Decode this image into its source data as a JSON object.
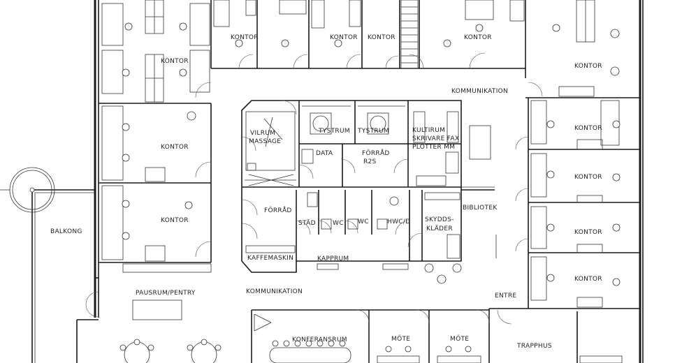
{
  "rooms": {
    "kontor_tl1": "KONTOR",
    "kontor_top1": "KONTOR",
    "kontor_top2": "KONTOR",
    "kontor_top3": "KONTOR",
    "kontor_top4": "KONTOR",
    "kontor_tr": "KONTOR",
    "kommunikation_top": "KOMMUNIKATION",
    "kontor_l2": "KONTOR",
    "kontor_l3": "KONTOR",
    "vilrum1": "VILRUM",
    "vilrum2": "MASSAGE",
    "tystrum1": "TYSTRUM",
    "tystrum2": "TYSTRUM",
    "kultirum1": "KULTIRUM",
    "kultirum2": "SKRIVARE FAX",
    "kultirum3": "PLOTTER MM",
    "data": "DATA",
    "forrad_rzs1": "FÖRRÅD",
    "forrad_rzs2": "R2S",
    "kontor_r1": "KONTOR",
    "kontor_r2": "KONTOR",
    "kontor_r3": "KONTOR",
    "kontor_r4": "KONTOR",
    "forrad": "FÖRRÅD",
    "stad": "STÄD",
    "wc1": "WC",
    "wc2": "WC",
    "hwc": "HWC/D",
    "skydds1": "SKYDDS-",
    "skydds2": "KLÄDER",
    "bibliotek": "BIBLIOTEK",
    "balkong": "BALKONG",
    "kaffemaskin": "KAFFEMASKIN",
    "kapprum": "KAPPRUM",
    "pausrum": "PAUSRUM/PENTRY",
    "kommunikation_mid": "KOMMUNIKATION",
    "entre": "ENTRE",
    "konferensrum": "KONFERANSRUM",
    "mote1": "MÖTE",
    "mote2": "MÖTE",
    "trapphus": "TRAPPHUS"
  }
}
